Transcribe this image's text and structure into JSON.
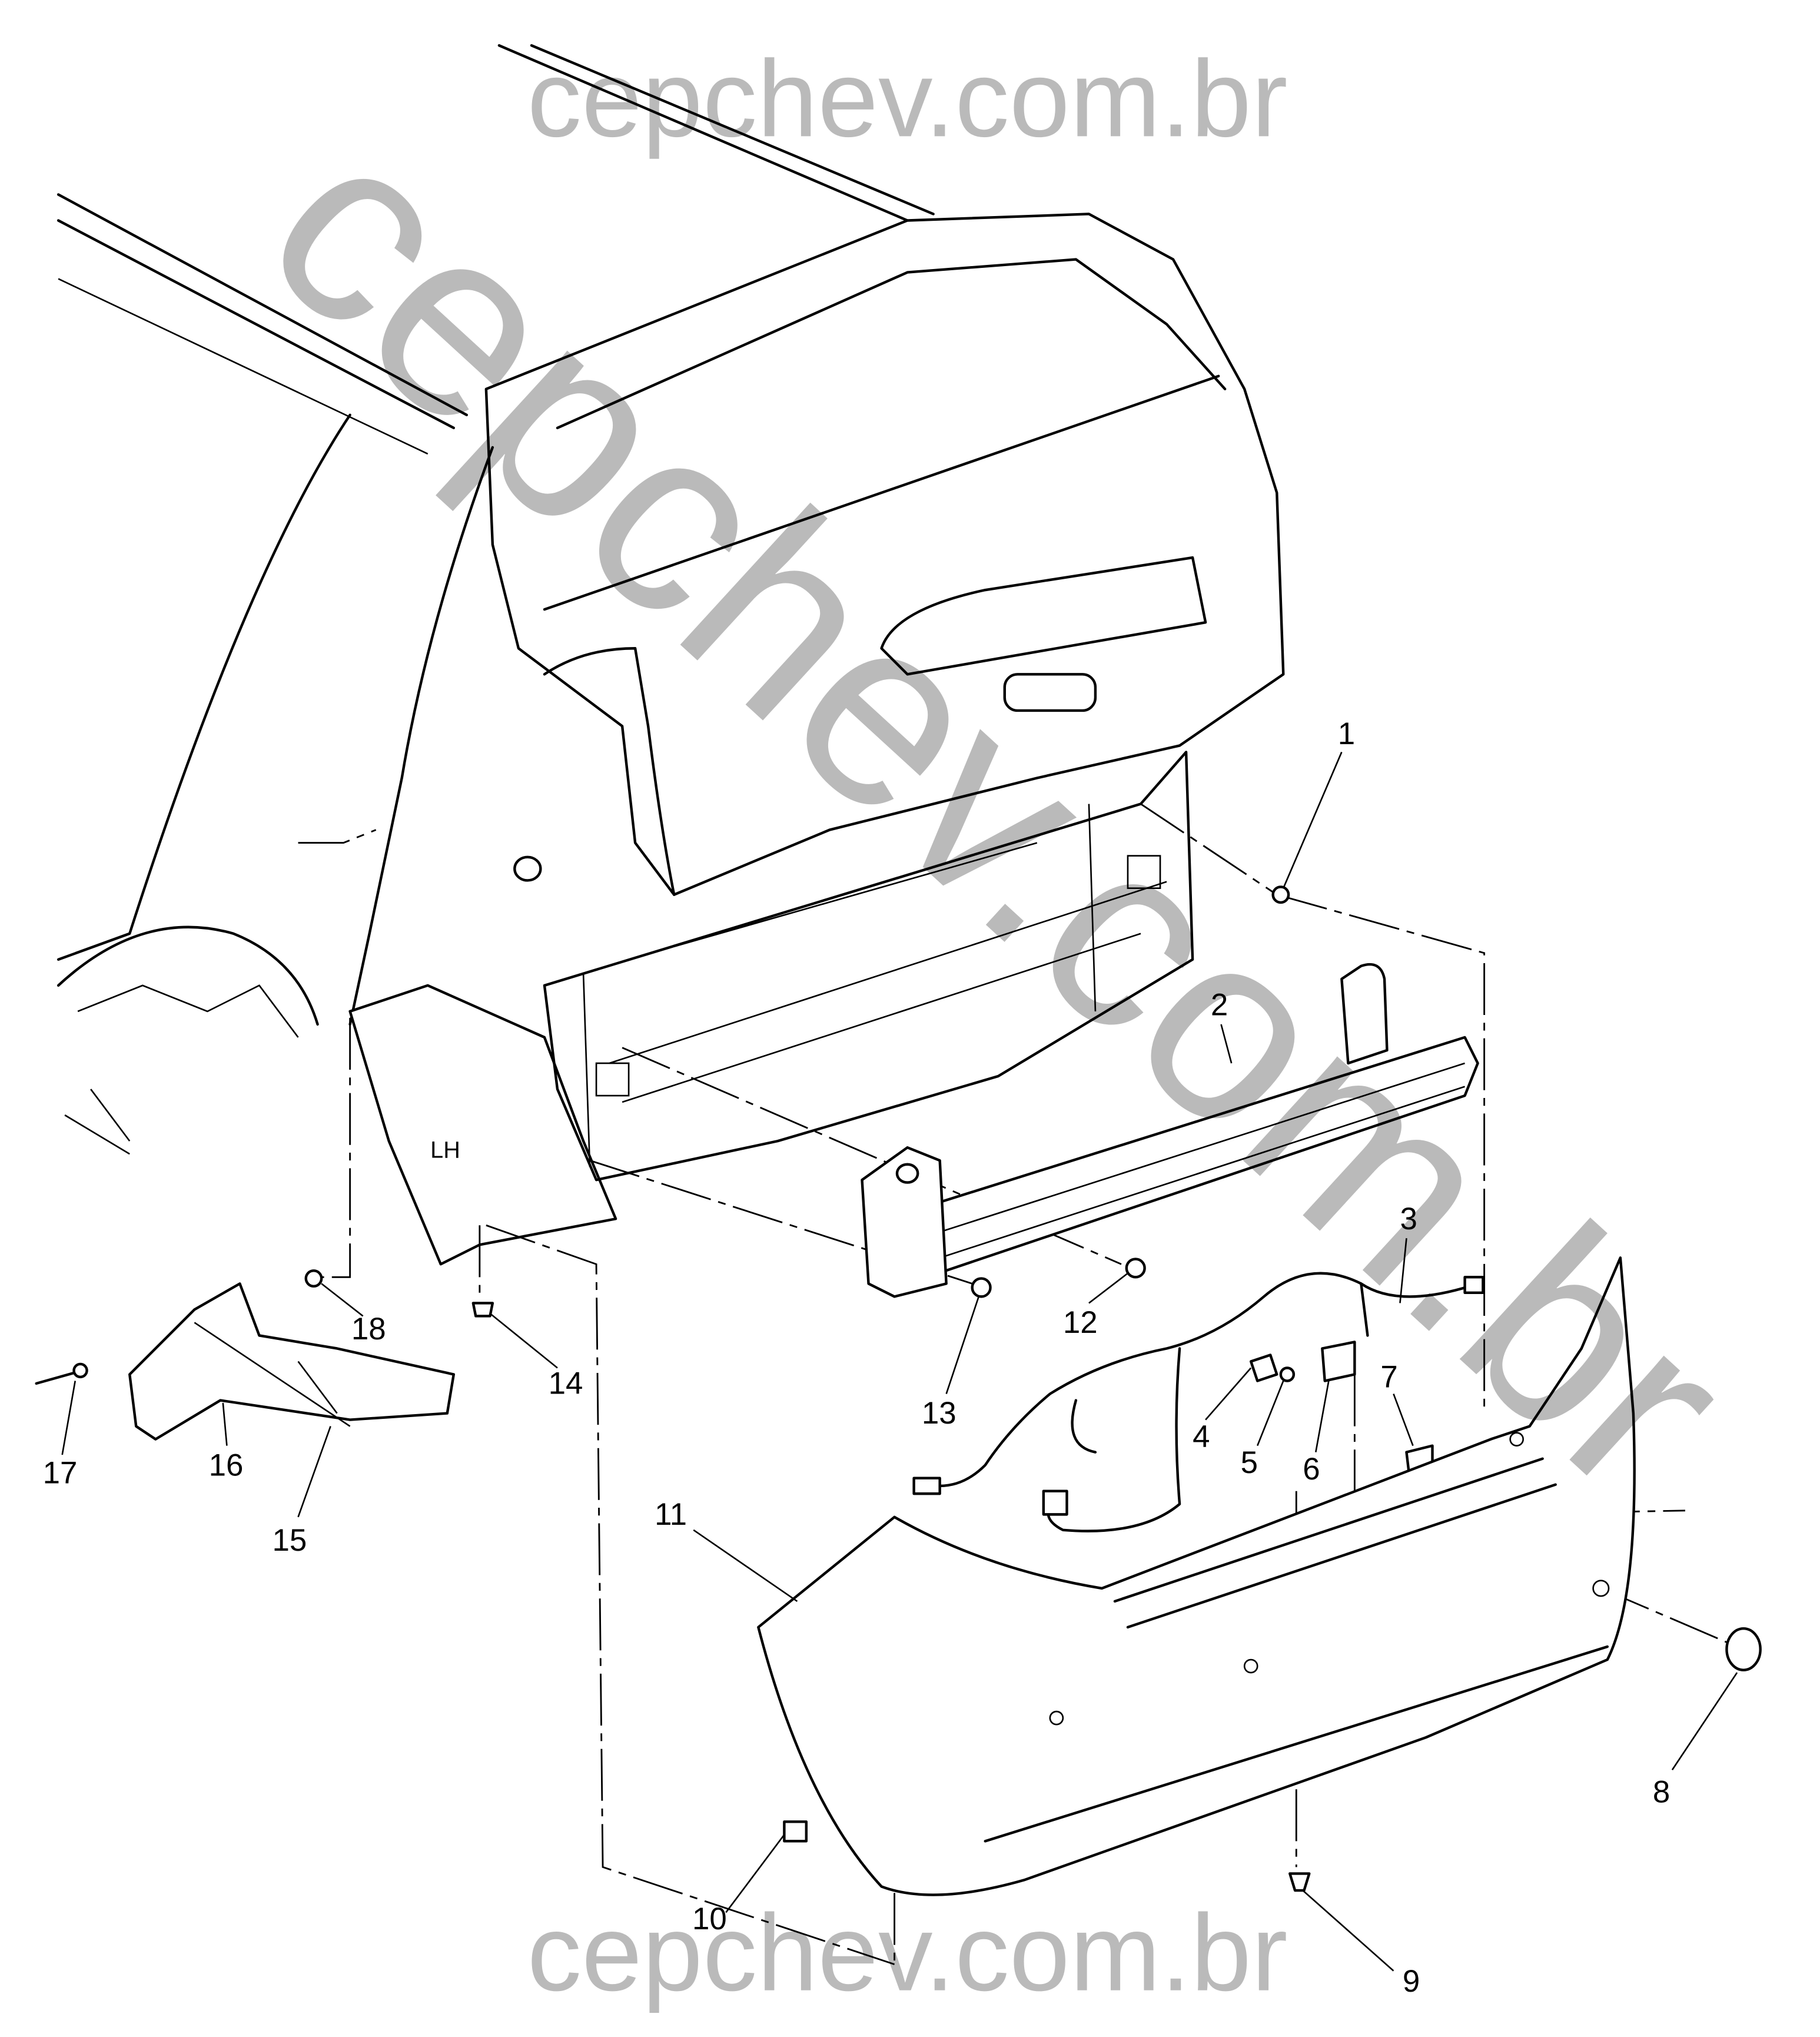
{
  "watermark": {
    "top": "cepchev.com.br",
    "bottom": "cepchev.com.br",
    "diagonal": "cepchev.com.br"
  },
  "callouts": {
    "c1": "1",
    "c2": "2",
    "c3": "3",
    "c4": "4",
    "c5": "5",
    "c6": "6",
    "c7": "7",
    "c8": "8",
    "c9": "9",
    "c10": "10",
    "c11": "11",
    "c12": "12",
    "c13": "13",
    "c14": "14",
    "c15": "15",
    "c16": "16",
    "c17": "17",
    "c18": "18"
  },
  "body_marks": {
    "lh": "LH"
  }
}
